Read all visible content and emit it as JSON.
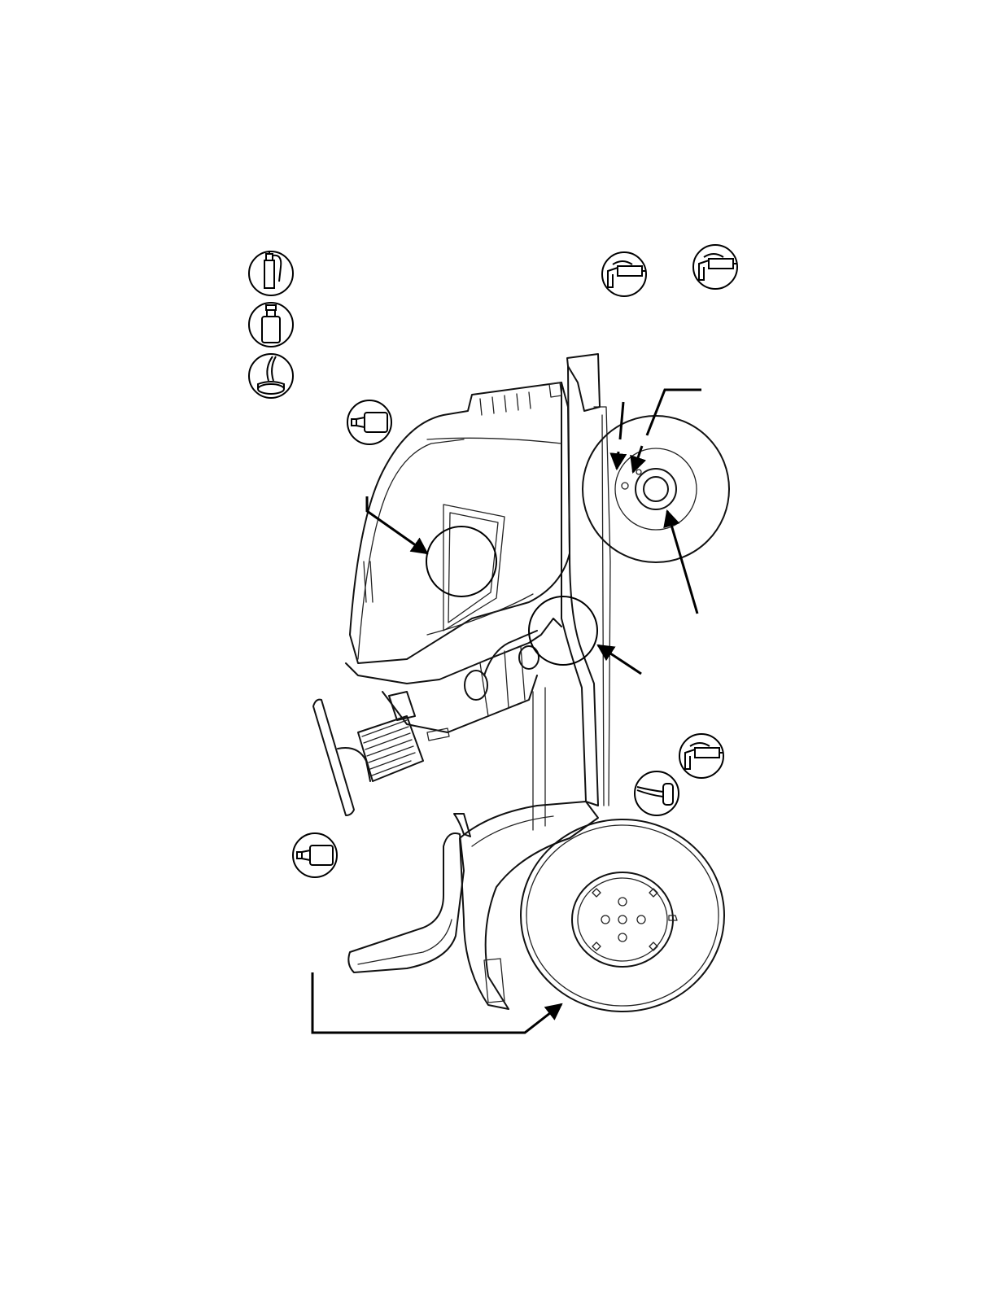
{
  "figure": {
    "subject": "riding-lawn-tractor-lubrication-chart",
    "line_color": "#000000",
    "background": "#ffffff"
  },
  "legend_icons": [
    {
      "icon": "grease-gun-icon"
    },
    {
      "icon": "engine-oil-bottle-icon"
    },
    {
      "icon": "oil-can-icon"
    }
  ],
  "callout_icons": [
    {
      "icon": "grease-gun-icon",
      "region": "front-axle-left"
    },
    {
      "icon": "grease-gun-icon",
      "region": "front-axle-right"
    },
    {
      "icon": "engine-oil-jug-icon",
      "region": "engine"
    },
    {
      "icon": "grease-gun-icon",
      "region": "rear-right"
    },
    {
      "icon": "oil-can-icon",
      "region": "rear-wheel"
    },
    {
      "icon": "engine-oil-jug-icon",
      "region": "transmission"
    }
  ],
  "lubrication_points": [
    {
      "id": "engine-oil"
    },
    {
      "id": "front-wheel-bearing"
    },
    {
      "id": "front-spindle"
    },
    {
      "id": "steering-pivot"
    },
    {
      "id": "rear-axle"
    }
  ]
}
